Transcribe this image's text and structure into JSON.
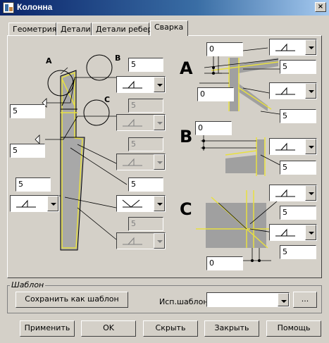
{
  "window": {
    "title": "Колонна",
    "close_glyph": "×"
  },
  "tabs": [
    "Геометрия",
    "Детали",
    "Детали ребер",
    "Сварка"
  ],
  "active_tab": "Сварка",
  "left_panel": {
    "callouts": {
      "a": "A",
      "b": "B",
      "c": "C"
    },
    "fields": {
      "top": "5",
      "left_upper": "5",
      "left_lower": "5",
      "bottom_left": "5",
      "middle_right": "5"
    },
    "disabled_fields": [
      "5",
      "5",
      "5"
    ]
  },
  "right_panel": {
    "section_labels": [
      "A",
      "B",
      "C"
    ],
    "a": {
      "field_top": "0",
      "field_left": "0",
      "field_right1": "5",
      "field_right2": "5"
    },
    "b": {
      "field_top": "0",
      "field_right": "5"
    },
    "c": {
      "field_right1": "5",
      "field_right2": "5",
      "field_bottom": "0"
    }
  },
  "template_group": {
    "label": "Шаблон",
    "save_button": "Сохранить как шаблон",
    "use_template_label": "Исп.шаблон",
    "template_value": "",
    "browse_button": "..."
  },
  "footer": {
    "apply": "Применить",
    "ok": "OK",
    "hide": "Скрыть",
    "close": "Закрыть",
    "help": "Помощь"
  },
  "colors": {
    "weld": "#e8e040",
    "steel": "#a0a0a0",
    "titlebar": "#0a246a"
  }
}
